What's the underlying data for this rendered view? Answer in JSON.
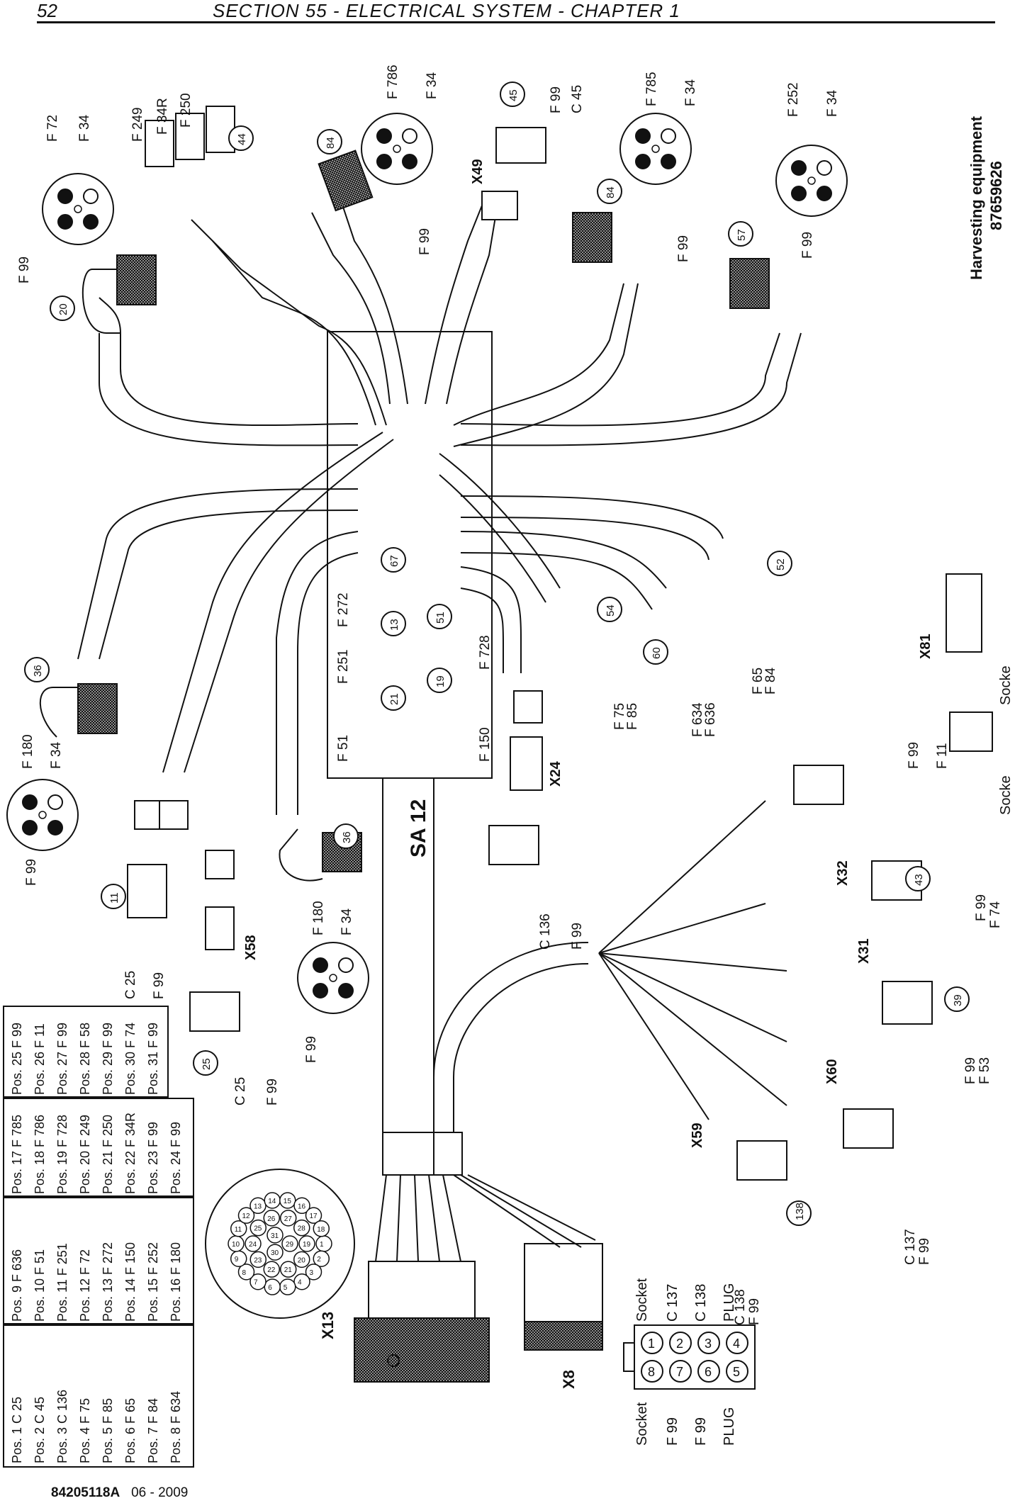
{
  "header": {
    "page_number": "52",
    "title": "SECTION 55 - ELECTRICAL SYSTEM - CHAPTER 1"
  },
  "side_title": {
    "line1": "Harvesting equipment",
    "line2": "87659626"
  },
  "footer": {
    "code": "84205118A",
    "date": "06 - 2009"
  },
  "harness": {
    "label": "SA 12",
    "connectors": [
      "X8",
      "X13",
      "X24",
      "X31",
      "X32",
      "X49",
      "X58",
      "X59",
      "X60",
      "X81"
    ],
    "callouts": [
      "11",
      "13",
      "19",
      "20",
      "21",
      "25",
      "36",
      "36",
      "39",
      "43",
      "44",
      "45",
      "51",
      "52",
      "54",
      "57",
      "60",
      "67",
      "84",
      "84",
      "138"
    ],
    "wire_labels": {
      "c20": [
        "F 99",
        "F 72",
        "F 34"
      ],
      "c44": [
        "F 249",
        "F 34R",
        "F 250"
      ],
      "c84a": [
        "F 786",
        "F 34",
        "F 99"
      ],
      "c45": [
        "F 99",
        "C 45"
      ],
      "c84b": [
        "F 785",
        "F 34",
        "F 99"
      ],
      "c57": [
        "F 252",
        "F 34",
        "F 99"
      ],
      "c36a": [
        "F 180",
        "F 34",
        "F 99"
      ],
      "c11": [
        "C 25",
        "F 99"
      ],
      "c36b": [
        "F 180",
        "F 34",
        "F 99"
      ],
      "c25": [
        "C 25",
        "F 99"
      ],
      "panel": [
        "F 272",
        "F 251",
        "F 51",
        "F 728",
        "F 150"
      ],
      "c54": [
        "F 75",
        "F 85"
      ],
      "c60": [
        "F 634",
        "F 636"
      ],
      "c52": [
        "F 65",
        "F 84"
      ],
      "x24": [
        "C 136",
        "F 99"
      ],
      "x81": [
        "F 99",
        "F 11"
      ],
      "c43": [
        "F 99",
        "F 74"
      ],
      "c39": [
        "F 99",
        "F 53"
      ],
      "c138": [
        "C 138",
        "F 99"
      ],
      "x60": [
        "C 137",
        "F 99"
      ]
    },
    "socke": [
      "Socke",
      "Socke"
    ],
    "x8_pins": {
      "top_labels": [
        "Socket",
        "C 137",
        "C 138",
        "PLUG"
      ],
      "bottom_labels": [
        "Socket",
        "F 99",
        "F 99",
        "PLUG"
      ],
      "pins": [
        "1",
        "2",
        "3",
        "4",
        "8",
        "7",
        "6",
        "5"
      ]
    },
    "x13_pins": [
      "1",
      "2",
      "3",
      "4",
      "5",
      "6",
      "7",
      "8",
      "9",
      "10",
      "11",
      "12",
      "13",
      "14",
      "15",
      "16",
      "17",
      "18",
      "19",
      "20",
      "21",
      "22",
      "23",
      "24",
      "25",
      "26",
      "27",
      "28",
      "29",
      "30",
      "31"
    ]
  },
  "pos_table": {
    "col1": [
      "Pos. 1  C 25",
      "Pos. 2  C 45",
      "Pos. 3  C 136",
      "Pos. 4  F 75",
      "Pos. 5  F 85",
      "Pos. 6  F 65",
      "Pos. 7  F 84",
      "Pos. 8  F 634"
    ],
    "col2": [
      "Pos. 9  F 636",
      "Pos. 10 F 51",
      "Pos. 11 F 251",
      "Pos. 12 F 72",
      "Pos. 13 F 272",
      "Pos. 14 F 150",
      "Pos. 15 F 252",
      "Pos. 16 F 180"
    ],
    "col3": [
      "Pos. 17 F 785",
      "Pos. 18 F 786",
      "Pos. 19 F 728",
      "Pos. 20 F 249",
      "Pos. 21 F 250",
      "Pos. 22 F 34R",
      "Pos. 23 F 99",
      "Pos. 24 F 99"
    ],
    "col4": [
      "Pos. 25 F 99",
      "Pos. 26 F 11",
      "Pos. 27 F 99",
      "Pos. 28 F 58",
      "Pos. 29 F 99",
      "Pos. 30 F 74",
      "Pos. 31 F 99"
    ]
  }
}
